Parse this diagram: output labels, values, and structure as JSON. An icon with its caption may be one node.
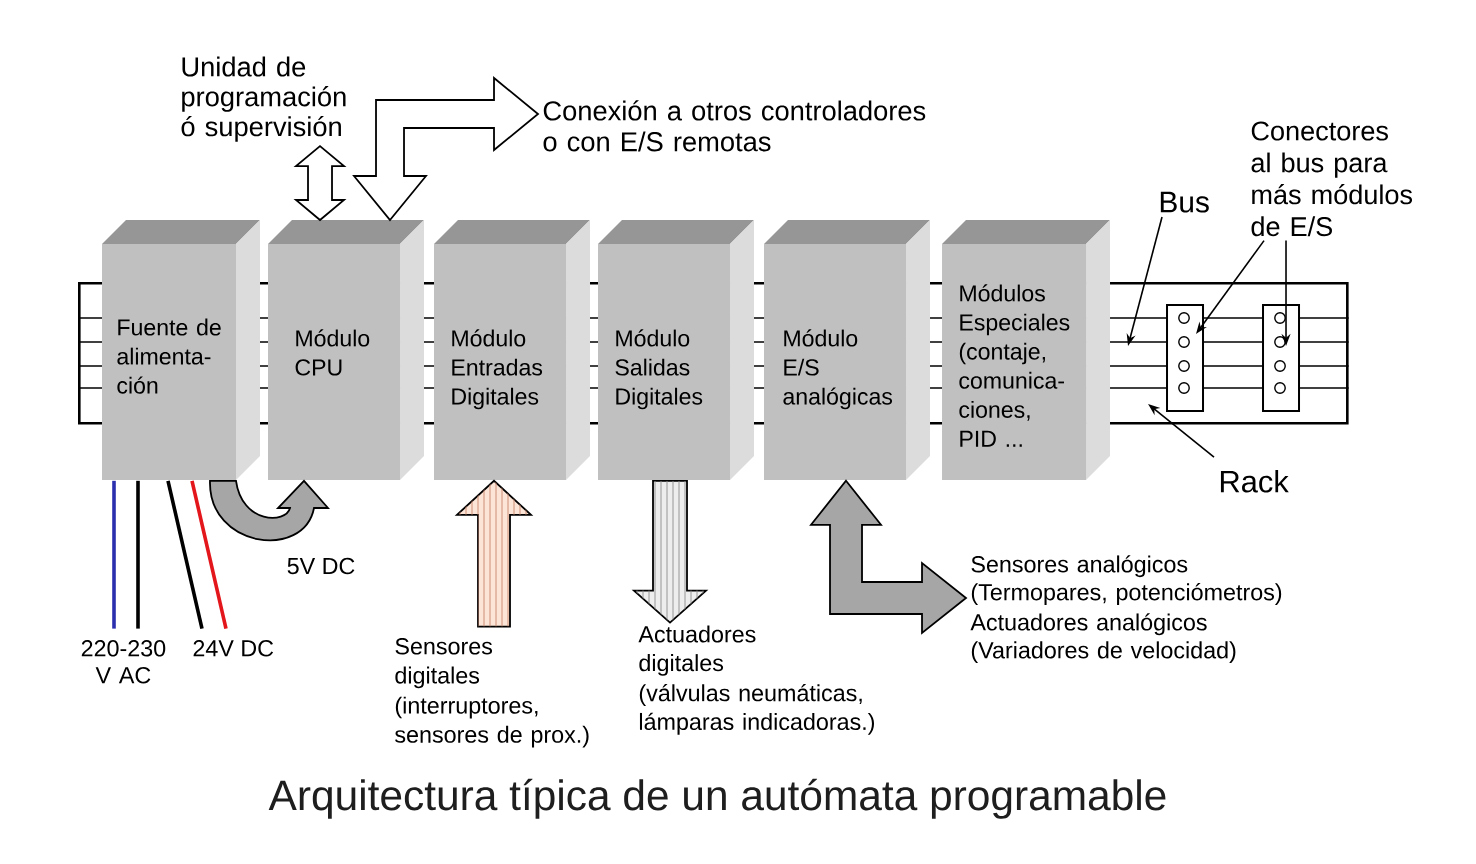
{
  "diagram": {
    "caption": "Arquitectura típica de un autómata programable",
    "nodes": [
      {
        "text": [
          "Unidad de programación ó supervisión"
        ]
      },
      {
        "text": [
          "Conexión a otros controladores o con E/S remotas"
        ]
      },
      {
        "text": [
          "Bus"
        ]
      },
      {
        "text": [
          "Conectores al bus para más módulos de E/S"
        ]
      },
      {
        "text": [
          "Fuente de alimenta- ción"
        ]
      },
      {
        "text": [
          "Módulo CPU"
        ]
      },
      {
        "text": [
          "Módulo Entradas Digitales"
        ]
      },
      {
        "text": [
          "Módulo Salidas Digitales"
        ]
      },
      {
        "text": [
          "Módulo E/S analógicas"
        ]
      },
      {
        "text": [
          "Módulos Especiales (contaje, comunica- ciones, PID ..."
        ]
      },
      {
        "text": [],
        "shape": "box"
      },
      {
        "text": [],
        "shape": "box",
        "in": 10
      },
      {
        "text": [],
        "shape": "box",
        "in": 10
      },
      {
        "text": [
          "Rack"
        ]
      },
      {
        "text": [
          "220-230 V AC"
        ]
      },
      {
        "text": [
          "24V DC"
        ]
      },
      {
        "text": [
          "Sensores digitales",
          "(interruptores, sensores de prox.)"
        ]
      },
      {
        "text": [
          "Actuadores digitales",
          "(válvulas neumáticas, lámparas indicadoras.)"
        ]
      },
      {
        "text": [
          "Sensores analógicos (Termopares, potenciómetros)",
          "Actuadores analógicos (Variadores de velocidad)"
        ]
      }
    ],
    "edges": [
      {
        "from": 0,
        "to": 5,
        "arrow": "both",
        "style": "thick"
      },
      {
        "from": 5,
        "to": 1,
        "arrow": "both",
        "style": "thick"
      },
      {
        "from": 2,
        "to": 10,
        "arrow": "to"
      },
      {
        "from": 3,
        "to": 11,
        "arrow": "to"
      },
      {
        "from": 3,
        "to": 12,
        "arrow": "to"
      },
      {
        "from": 13,
        "to": 10,
        "arrow": "to"
      },
      {
        "from": 4,
        "to": 14,
        "arrow": "none",
        "color": "#2b2fae"
      },
      {
        "from": 4,
        "to": 14,
        "arrow": "none"
      },
      {
        "from": 4,
        "to": 15,
        "arrow": "none"
      },
      {
        "from": 4,
        "to": 15,
        "arrow": "none",
        "color": "#e3161b"
      },
      {
        "from": 4,
        "to": 5,
        "arrow": "to",
        "label": "5V DC",
        "style": "thick",
        "color": "#a6a6a6"
      },
      {
        "from": 16,
        "to": 6,
        "arrow": "to",
        "style": "thick",
        "color": "#fce4d6"
      },
      {
        "from": 7,
        "to": 17,
        "arrow": "to",
        "style": "thick",
        "color": "#ededed"
      },
      {
        "from": 8,
        "to": 18,
        "arrow": "both",
        "style": "thick",
        "color": "#a6a6a6"
      }
    ]
  }
}
